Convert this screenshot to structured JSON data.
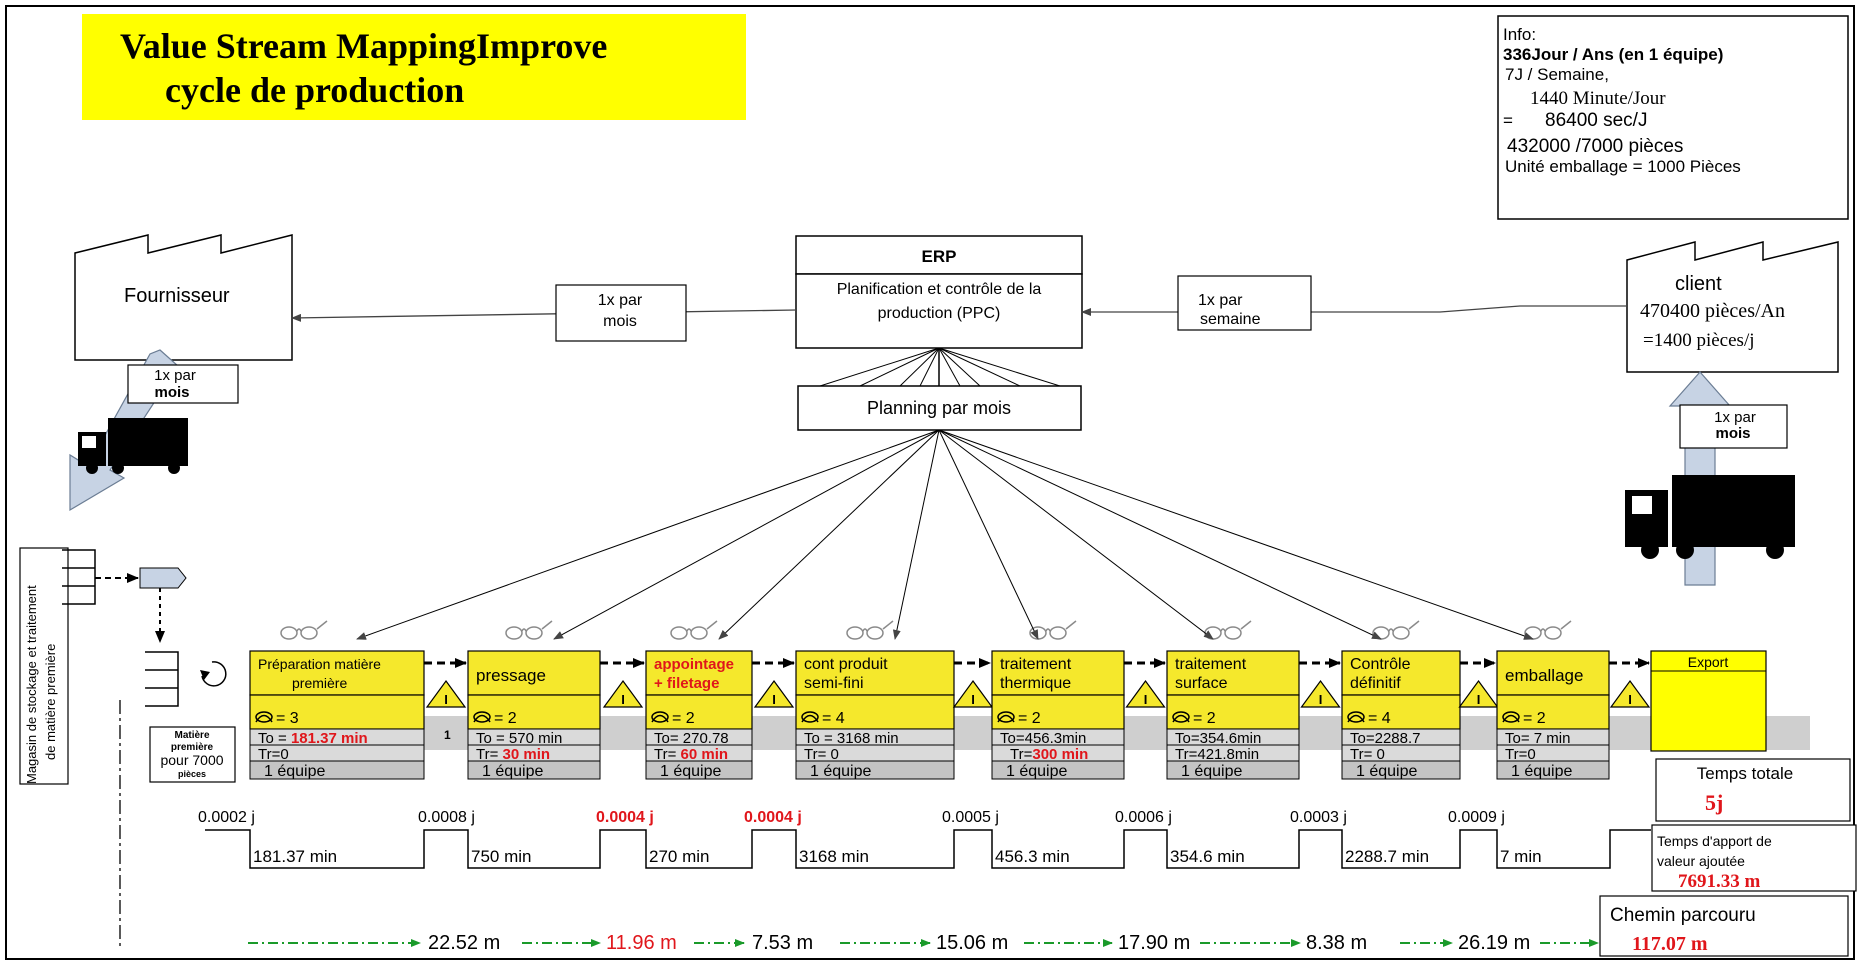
{
  "title": {
    "line1": "Value Stream MappingImprove",
    "line2": "cycle de production"
  },
  "info": {
    "lines": [
      "Info:",
      "336Jour / Ans (en 1 équipe)",
      "7J / Semaine,",
      "1440 Minute/Jour",
      "=",
      "86400 sec/J",
      "432000 /7000 pièces",
      "Unité emballage = 1000 Pièces"
    ]
  },
  "supplier": {
    "label": "Fournisseur"
  },
  "erp": {
    "title": "ERP",
    "line1": "Planification et contrôle de la",
    "line2": "production (PPC)"
  },
  "planning": {
    "label": "Planning par mois"
  },
  "client": {
    "line1": "client",
    "line2": "470400 pièces/An",
    "line3": "=1400 pièces/j"
  },
  "info_flows": {
    "erp_to_supplier": [
      "1x par",
      "mois"
    ],
    "client_to_erp": [
      "1x par",
      "semaine"
    ],
    "supplier_truck": [
      "1x par",
      "mois"
    ],
    "client_truck": [
      "1x par",
      "mois"
    ]
  },
  "storage": {
    "label_line1": "Magasin de stockage et traitement",
    "label_line2": "de matière première"
  },
  "raw_material": {
    "line1": "Matière",
    "line2": "première",
    "line3": "pour 7000",
    "line4": "pièces"
  },
  "inventory_counts": [
    "1"
  ],
  "inventory_icon": "I",
  "processes": [
    {
      "name1": "Préparation matière",
      "name2": "première",
      "name_red": false,
      "op": "= 3",
      "to_prefix": "To = ",
      "to_val": "181.37 min",
      "to_red": true,
      "tr_prefix": "Tr=0",
      "tr_val": "",
      "tr_red": false,
      "eq": "1 équipe"
    },
    {
      "name1": "pressage",
      "name2": "",
      "name_red": false,
      "op": "= 2",
      "to_prefix": "To = 570 min",
      "to_val": "",
      "to_red": false,
      "tr_prefix": "Tr= ",
      "tr_val": "30 min",
      "tr_red": true,
      "eq": "1 équipe"
    },
    {
      "name1": "appointage",
      "name2": "+ filetage",
      "name_red": true,
      "op": "= 2",
      "to_prefix": "To= 270.78",
      "to_val": "",
      "to_red": false,
      "tr_prefix": "Tr= ",
      "tr_val": "60 min",
      "tr_red": true,
      "eq": "1 équipe"
    },
    {
      "name1": "cont produit",
      "name2": "semi-fini",
      "name_red": false,
      "op": "= 4",
      "to_prefix": "To = 3168 min",
      "to_val": "",
      "to_red": false,
      "tr_prefix": "Tr= 0",
      "tr_val": "",
      "tr_red": false,
      "eq": "1 équipe"
    },
    {
      "name1": "traitement",
      "name2": "thermique",
      "name_red": false,
      "op": "= 2",
      "to_prefix": "To=456.3min",
      "to_val": "",
      "to_red": false,
      "tr_prefix": "Tr=",
      "tr_val": "300 min",
      "tr_red": true,
      "eq": "1 équipe"
    },
    {
      "name1": "traitement",
      "name2": "surface",
      "name_red": false,
      "op": "= 2",
      "to_prefix": "To=354.6min",
      "to_val": "",
      "to_red": false,
      "tr_prefix": "Tr=421.8min",
      "tr_val": "",
      "tr_red": false,
      "eq": "1 équipe"
    },
    {
      "name1": "Contrôle",
      "name2": "définitif",
      "name_red": false,
      "op": "= 4",
      "to_prefix": "To=2288.7",
      "to_val": "",
      "to_red": false,
      "tr_prefix": "Tr= 0",
      "tr_val": "",
      "tr_red": false,
      "eq": "1 équipe"
    },
    {
      "name1": "emballage",
      "name2": "",
      "name_red": false,
      "op": "= 2",
      "to_prefix": "To= 7 min",
      "to_val": "",
      "to_red": false,
      "tr_prefix": "Tr=0",
      "tr_val": "",
      "tr_red": false,
      "eq": "1 équipe"
    }
  ],
  "export": {
    "label": "Export"
  },
  "timeline": {
    "waits": [
      {
        "text": "0.0002 j",
        "red": false
      },
      {
        "text": "0.0008 j",
        "red": false
      },
      {
        "text": "0.0004 j",
        "red": true
      },
      {
        "text": "0.0004 j",
        "red": true
      },
      {
        "text": "0.0005 j",
        "red": false
      },
      {
        "text": "0.0006 j",
        "red": false
      },
      {
        "text": "0.0003 j",
        "red": false
      },
      {
        "text": "0.0009 j",
        "red": false
      }
    ],
    "values": [
      "181.37 min",
      "750 min",
      "270 min",
      "3168 min",
      "456.3 min",
      "354.6 min",
      "2288.7 min",
      "7 min"
    ]
  },
  "totals": {
    "temps_total_label": "Temps totale",
    "temps_total_value": "5j",
    "va_label_line1": "Temps d'apport de",
    "va_label_line2": "valeur ajoutée",
    "va_value": "7691.33 m",
    "chemin_label": "Chemin parcouru",
    "chemin_value": "117.07 m"
  },
  "distances": [
    {
      "text": "22.52 m",
      "red": false
    },
    {
      "text": "11.96 m",
      "red": true
    },
    {
      "text": "7.53 m",
      "red": false
    },
    {
      "text": "15.06 m",
      "red": false
    },
    {
      "text": "17.90 m",
      "red": false
    },
    {
      "text": "8.38 m",
      "red": false
    },
    {
      "text": "26.19 m",
      "red": false
    }
  ],
  "colors": {
    "yellow": "#ffff00",
    "process_yellow": "#f5e82c",
    "gray": "#c9c9c9",
    "red": "#e0161b",
    "black": "#000000",
    "green": "#1a9a2a"
  }
}
